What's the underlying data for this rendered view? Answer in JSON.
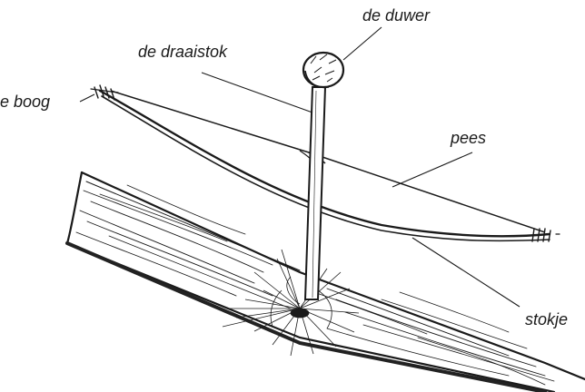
{
  "labels": {
    "pusher": "de duwer",
    "drill_stick": "de draaistok",
    "bow": "e boog",
    "string": "pees",
    "stick": "stokje"
  },
  "colors": {
    "ink": "#1a1a1a",
    "paper": "#ffffff"
  }
}
